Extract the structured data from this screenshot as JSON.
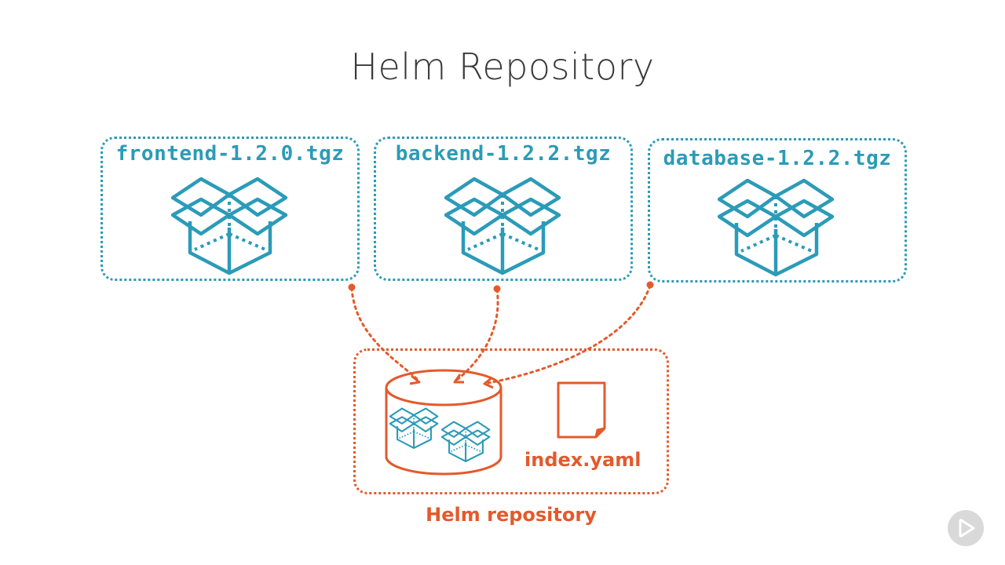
{
  "title": "Helm Repository",
  "packages": [
    {
      "file": "frontend-1.2.0.tgz",
      "icon": "open-box-icon"
    },
    {
      "file": "backend-1.2.2.tgz",
      "icon": "open-box-icon"
    },
    {
      "file": "database-1.2.2.tgz",
      "icon": "open-box-icon"
    }
  ],
  "repository": {
    "label": "Helm repository",
    "storage_icon": "database-cylinder-icon",
    "index_icon": "document-icon",
    "index_file": "index.yaml"
  },
  "colors": {
    "package": "#2b9bb8",
    "repository": "#e35a2c",
    "title": "#3a3a3a"
  },
  "player_control": {
    "icon": "play-icon"
  }
}
